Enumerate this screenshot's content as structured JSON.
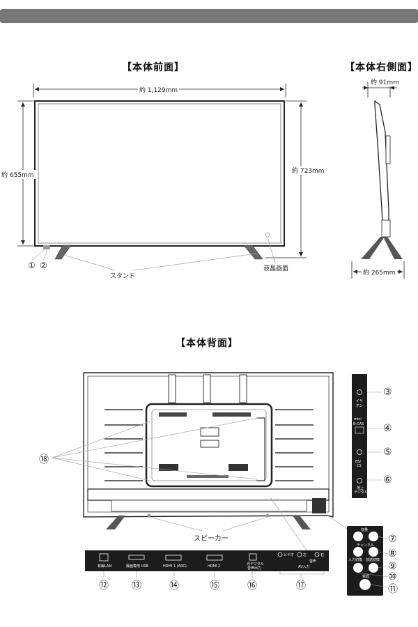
{
  "headings": {
    "front": "【本体前面】",
    "side": "【本体右側面】",
    "back": "【本体背面】"
  },
  "front": {
    "width_dim": "約 1,129mm",
    "height_dim": "約 655mm",
    "total_height_dim": "約 723mm",
    "stand_label": "スタンド",
    "screen_label": "液晶画面",
    "callouts": [
      "①",
      "②"
    ]
  },
  "side": {
    "depth_top_dim": "約 91mm",
    "depth_base_dim": "約 265mm"
  },
  "back": {
    "speaker_label": "スピーカー",
    "callout_18": "⑱"
  },
  "side_panel": {
    "items": [
      {
        "num": "③",
        "text": "イヤホン"
      },
      {
        "num": "④",
        "text": "mini B-CAS"
      },
      {
        "num": "⑤",
        "text": "BS/CS"
      },
      {
        "num": "⑥",
        "text": "地上デジタル"
      }
    ]
  },
  "remote": {
    "vol_label": "音量",
    "ch_label": "チャンネル",
    "input_label": "入力切換",
    "broadcast_label": "放送切換",
    "power_label": "電源",
    "callouts": [
      "⑦",
      "⑧",
      "⑨",
      "⑩",
      "⑪"
    ]
  },
  "back_panel": {
    "ports": [
      {
        "num": "⑫",
        "label": "有線LAN"
      },
      {
        "num": "⑬",
        "label": "録画専用 USB"
      },
      {
        "num": "⑭",
        "label": "HDMI 1 (ARC)"
      },
      {
        "num": "⑮",
        "label": "HDMI 2"
      },
      {
        "num": "⑯",
        "label": "光デジタル 音声出力"
      },
      {
        "num": "⑰",
        "label": "AV入力"
      }
    ],
    "av": {
      "video": "ビデオ",
      "left": "左",
      "right": "右",
      "audio": "音声"
    }
  }
}
